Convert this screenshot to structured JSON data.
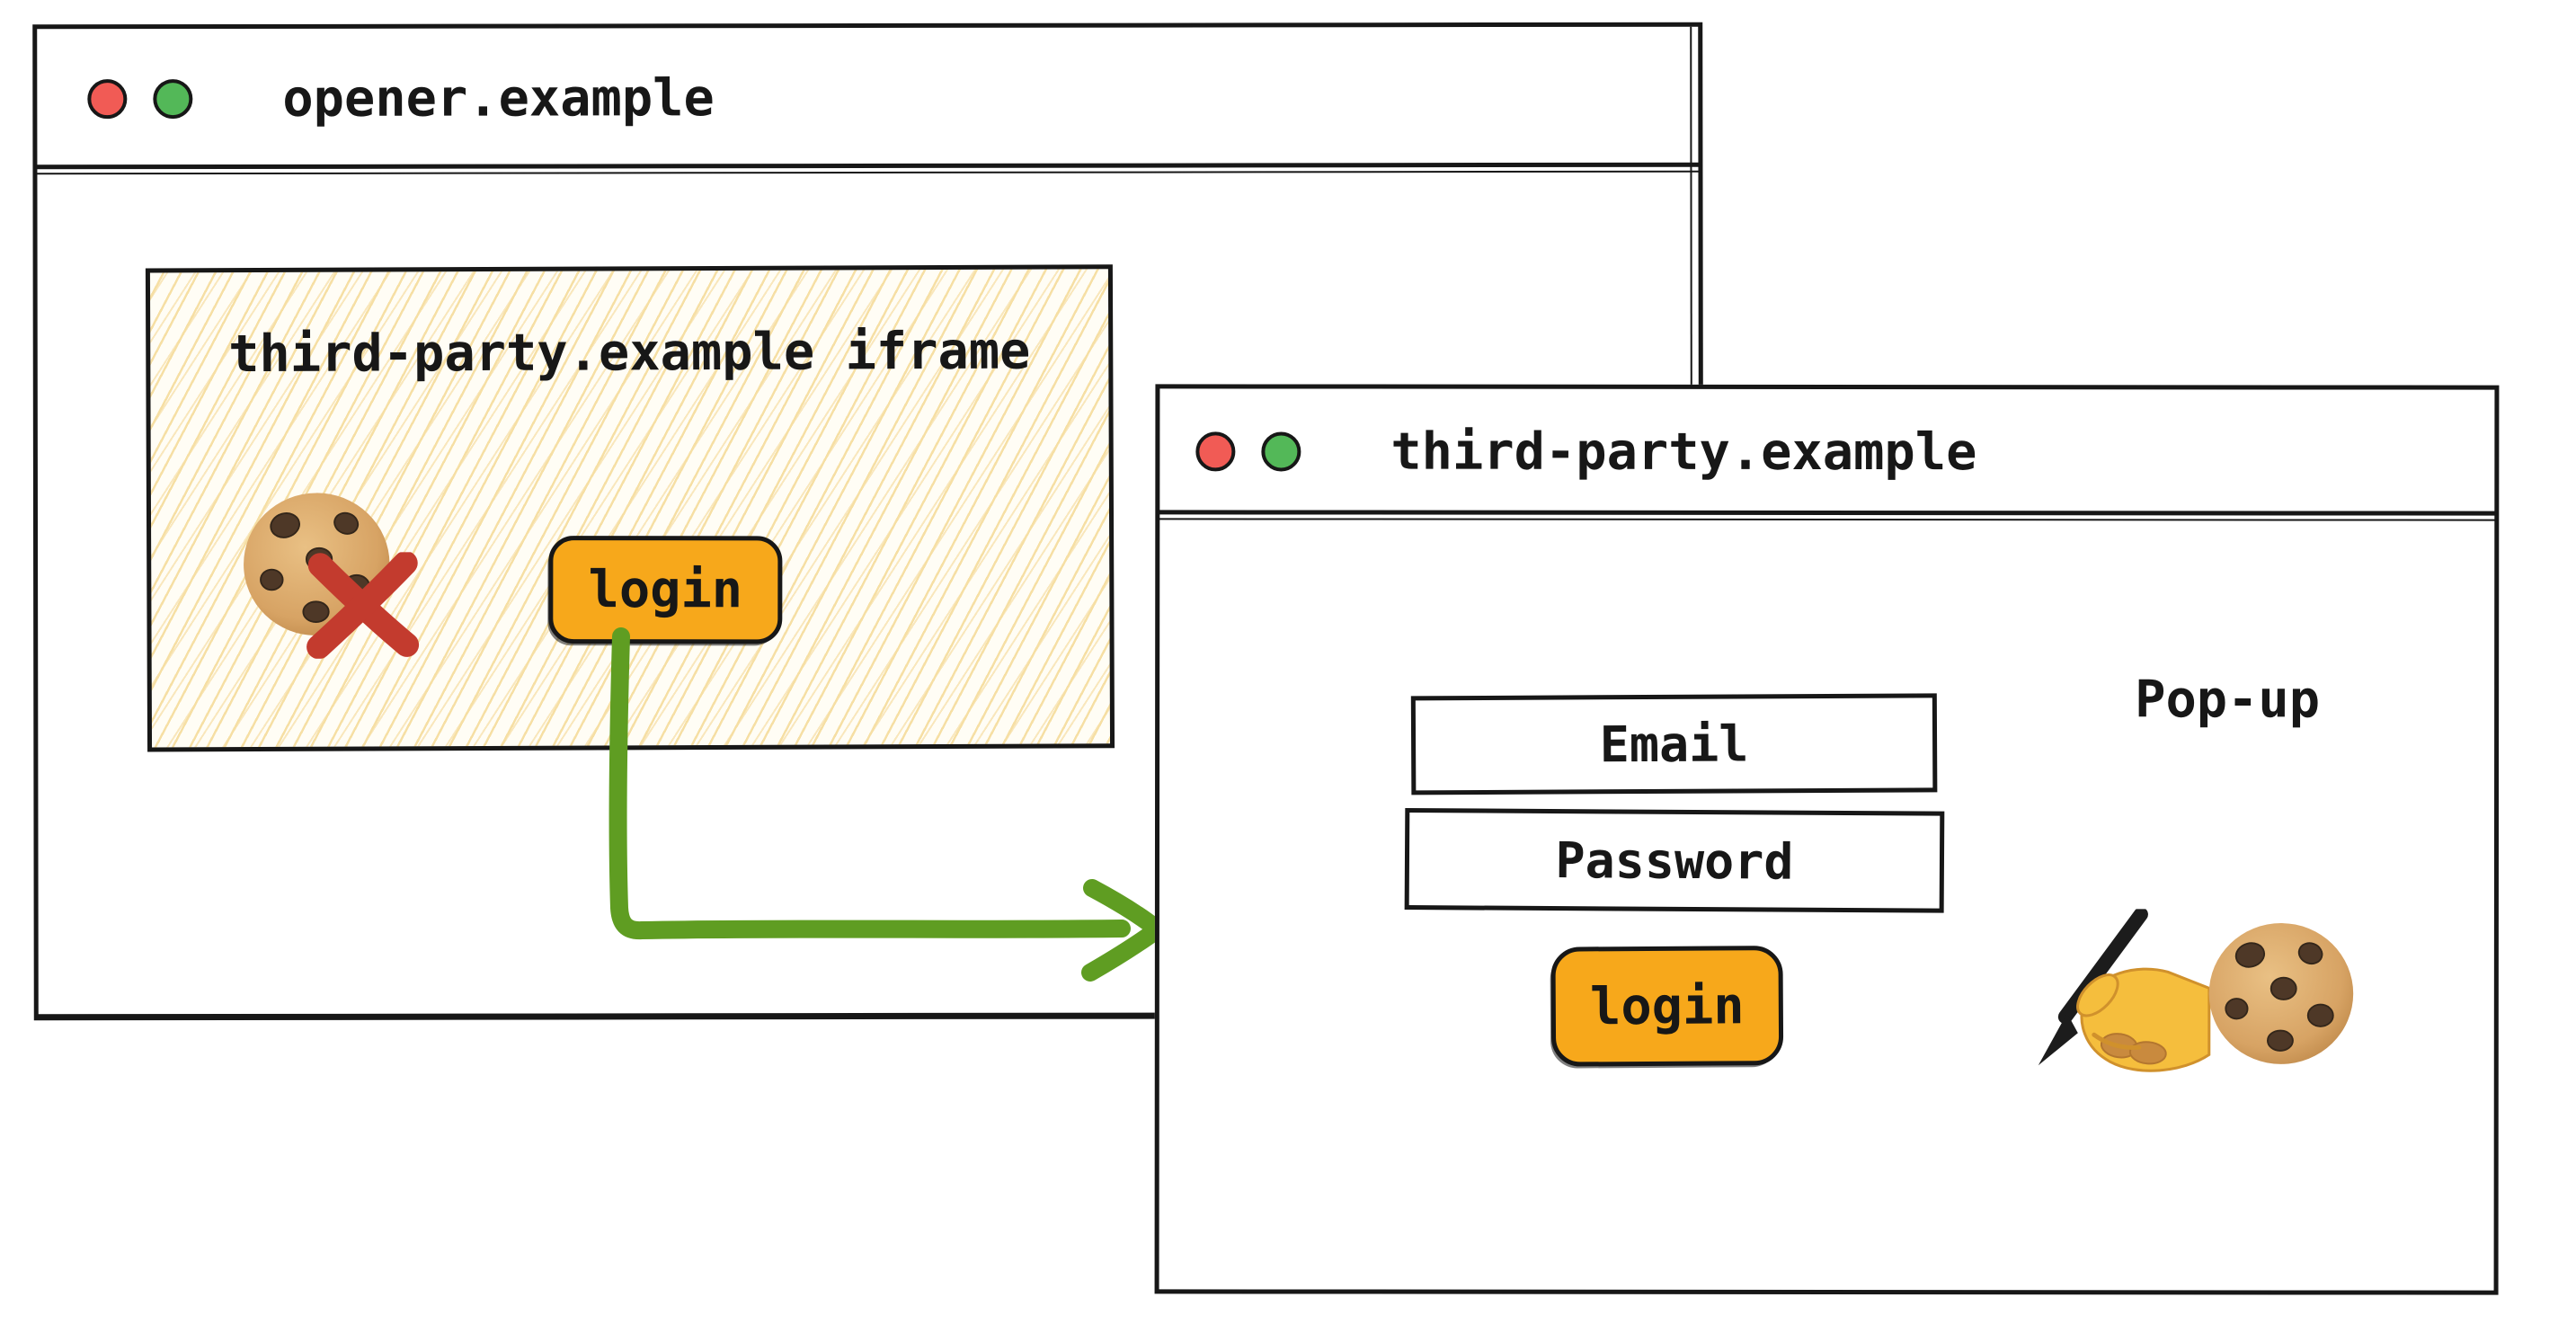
{
  "colors": {
    "ink": "#171717",
    "button_orange": "#F7A81B",
    "arrow_green": "#5F9D22",
    "cross_red": "#C33B2E",
    "dot_red": "#F15B55",
    "dot_green": "#53B858",
    "hatch_line": "#F6DFA4",
    "hatch_line2": "#F9E7BC",
    "cookie_tan": "#D7A364",
    "cookie_chip": "#4E3827",
    "hand_yellow": "#F5BE3D",
    "hand_shade": "#D0912C"
  },
  "opener_window": {
    "title": "opener.example",
    "window_controls": [
      "red",
      "green"
    ],
    "iframe": {
      "label": "third-party.example iframe",
      "login_button": "login",
      "icons": [
        "cookie",
        "red-cross-blocked"
      ]
    }
  },
  "popup_window": {
    "title": "third-party.example",
    "window_controls": [
      "red",
      "green"
    ],
    "annotation": "Pop-up",
    "email_placeholder": "Email",
    "password_placeholder": "Password",
    "login_button": "login",
    "icons": [
      "writing-hand",
      "cookie"
    ]
  }
}
